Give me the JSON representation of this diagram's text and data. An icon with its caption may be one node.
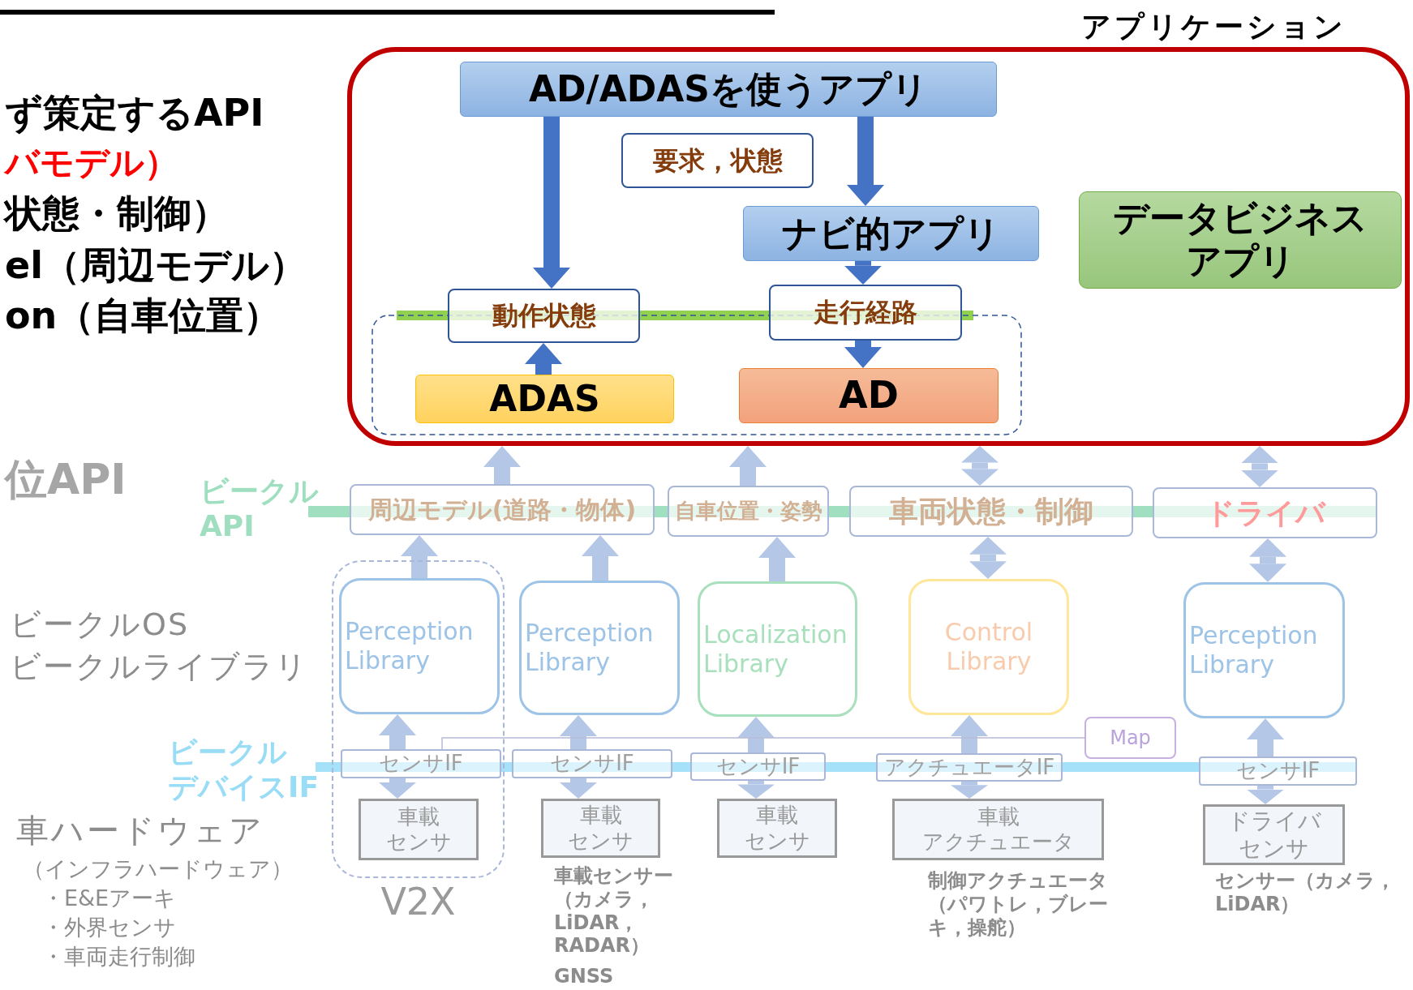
{
  "diagram": {
    "nodes": [
      {
        "text": [
          "アプリケーション"
        ]
      },
      {
        "text": [
          "AD/ADASを使うアプリ"
        ],
        "in": 0
      },
      {
        "text": [
          "要求，状態"
        ],
        "in": 0
      },
      {
        "text": [
          "ナビ的アプリ"
        ],
        "in": 0
      },
      {
        "text": [
          "データビジネスアプリ"
        ],
        "in": 0
      },
      {
        "text": [
          "動作状態"
        ],
        "in": 0
      },
      {
        "text": [
          "走行経路"
        ],
        "in": 0
      },
      {
        "text": [
          "ADAS"
        ],
        "in": 0
      },
      {
        "text": [
          "AD"
        ],
        "in": 0
      },
      {
        "text": [
          "周辺モデル(道路・物体)"
        ]
      },
      {
        "text": [
          "自車位置・姿勢"
        ]
      },
      {
        "text": [
          "車両状態・制御"
        ]
      },
      {
        "text": [
          "ドライバ"
        ]
      },
      {
        "text": [
          "V2X"
        ]
      },
      {
        "text": [
          "Perception Library"
        ],
        "in": 13
      },
      {
        "text": [
          "Perception Library"
        ]
      },
      {
        "text": [
          "Localization Library"
        ]
      },
      {
        "text": [
          "Control Library"
        ]
      },
      {
        "text": [
          "Perception Library"
        ]
      },
      {
        "text": [
          "センサIF"
        ],
        "in": 13
      },
      {
        "text": [
          "センサIF"
        ]
      },
      {
        "text": [
          "センサIF"
        ]
      },
      {
        "text": [
          "アクチュエータIF"
        ]
      },
      {
        "text": [
          "Map"
        ]
      },
      {
        "text": [
          "センサIF"
        ]
      },
      {
        "text": [
          "車載センサ"
        ],
        "in": 13
      },
      {
        "text": [
          "車載センサ"
        ],
        "beside": [
          "車載センサー（カメラ，LiDAR，RADAR）",
          "GNSS"
        ]
      },
      {
        "text": [
          "車載センサ"
        ]
      },
      {
        "text": [
          "車載アクチュエータ"
        ],
        "beside": [
          "制御アクチュエータ（パワトレ，ブレーキ，操舵）"
        ]
      },
      {
        "text": [
          "ドライバセンサ"
        ],
        "beside": [
          "センサー（カメラ，LiDAR）"
        ]
      }
    ],
    "edges": [
      {
        "from": 1,
        "to": 5,
        "arrow": "to",
        "color": "#4472c4"
      },
      {
        "from": 1,
        "to": 3,
        "arrow": "to",
        "color": "#4472c4"
      },
      {
        "from": 3,
        "to": 6,
        "arrow": "to",
        "color": "#4472c4"
      },
      {
        "from": 6,
        "to": 8,
        "arrow": "to",
        "color": "#4472c4"
      },
      {
        "from": 7,
        "to": 5,
        "arrow": "to",
        "color": "#4472c4"
      },
      {
        "from": 9,
        "to": 0,
        "arrow": "to"
      },
      {
        "from": 10,
        "to": 0,
        "arrow": "to"
      },
      {
        "from": 11,
        "to": 0,
        "arrow": "both"
      },
      {
        "from": 12,
        "to": 0,
        "arrow": "both"
      },
      {
        "from": 14,
        "to": 9,
        "arrow": "to"
      },
      {
        "from": 15,
        "to": 9,
        "arrow": "to"
      },
      {
        "from": 16,
        "to": 10,
        "arrow": "to"
      },
      {
        "from": 11,
        "to": 17,
        "arrow": "both"
      },
      {
        "from": 12,
        "to": 18,
        "arrow": "both"
      },
      {
        "from": 19,
        "to": 14,
        "arrow": "to"
      },
      {
        "from": 19,
        "to": 25,
        "arrow": "to"
      },
      {
        "from": 20,
        "to": 15,
        "arrow": "to"
      },
      {
        "from": 20,
        "to": 26,
        "arrow": "to"
      },
      {
        "from": 21,
        "to": 16,
        "arrow": "to"
      },
      {
        "from": 21,
        "to": 27,
        "arrow": "to"
      },
      {
        "from": 22,
        "to": 17,
        "arrow": "to"
      },
      {
        "from": 22,
        "to": 28,
        "arrow": "to"
      },
      {
        "from": 24,
        "to": 18,
        "arrow": "to"
      },
      {
        "from": 24,
        "to": 29,
        "arrow": "to"
      },
      {
        "from": 19,
        "to": 23,
        "arrow": "none",
        "color": "#b8bcd8"
      }
    ],
    "labels": [
      "ず策定するAPI",
      "バモデル）",
      "状態・制御）",
      "el（周辺モデル）",
      "on（自車位置）",
      "位API",
      "ビークルAPI",
      "ビークルOS",
      "ビークルライブラリ",
      "ビークルデバイスIF",
      "車ハードウェア",
      "（インフラハードウェア）",
      "・E&Eアーキ",
      "・外界センサ",
      "・車両走行制御"
    ]
  }
}
